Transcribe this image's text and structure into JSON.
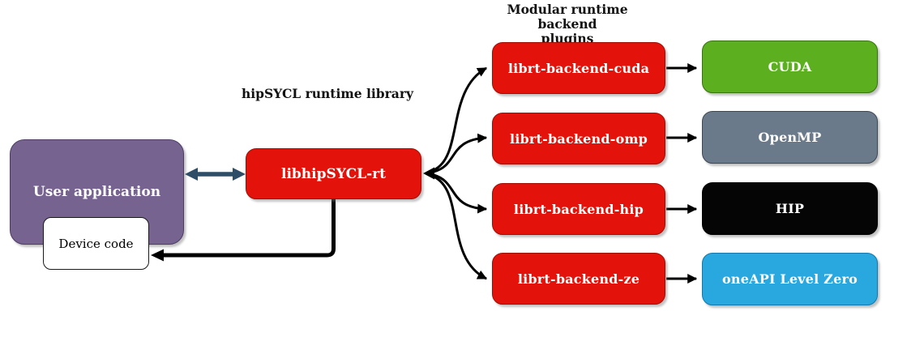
{
  "labels": {
    "runtime_library": "hipSYCL runtime library",
    "plugins_line1": "Modular runtime backend",
    "plugins_line2": "plugins"
  },
  "nodes": {
    "user_application": {
      "label": "User application",
      "fill": "#776390",
      "border": "#4e3c63",
      "text_color": "#ffffff"
    },
    "device_code": {
      "label": "Device code",
      "fill": "#ffffff",
      "border": "#1a1a1a",
      "text_color": "#000000"
    },
    "runtime": {
      "label": "libhipSYCL-rt",
      "fill": "#e3130b",
      "border": "#a30d03",
      "text_color": "#ffffff"
    },
    "backends": [
      {
        "label": "librt-backend-cuda"
      },
      {
        "label": "librt-backend-omp"
      },
      {
        "label": "librt-backend-hip"
      },
      {
        "label": "librt-backend-ze"
      }
    ],
    "platforms": [
      {
        "label": "CUDA",
        "fill": "#5cb01f",
        "border": "#38740e",
        "text_color": "#ffffff"
      },
      {
        "label": "OpenMP",
        "fill": "#6b7a8a",
        "border": "#3d4854",
        "text_color": "#ffffff"
      },
      {
        "label": "HIP",
        "fill": "#050505",
        "border": "#000000",
        "text_color": "#ffffff"
      },
      {
        "label": "oneAPI Level Zero",
        "fill": "#29a8e0",
        "border": "#1179b0",
        "text_color": "#ffffff"
      }
    ]
  },
  "colors": {
    "backend_fill": "#e3130b",
    "backend_border": "#a30d03",
    "connector_black": "#000000",
    "connector_teal": "#2e4d66",
    "background": "#ffffff"
  }
}
